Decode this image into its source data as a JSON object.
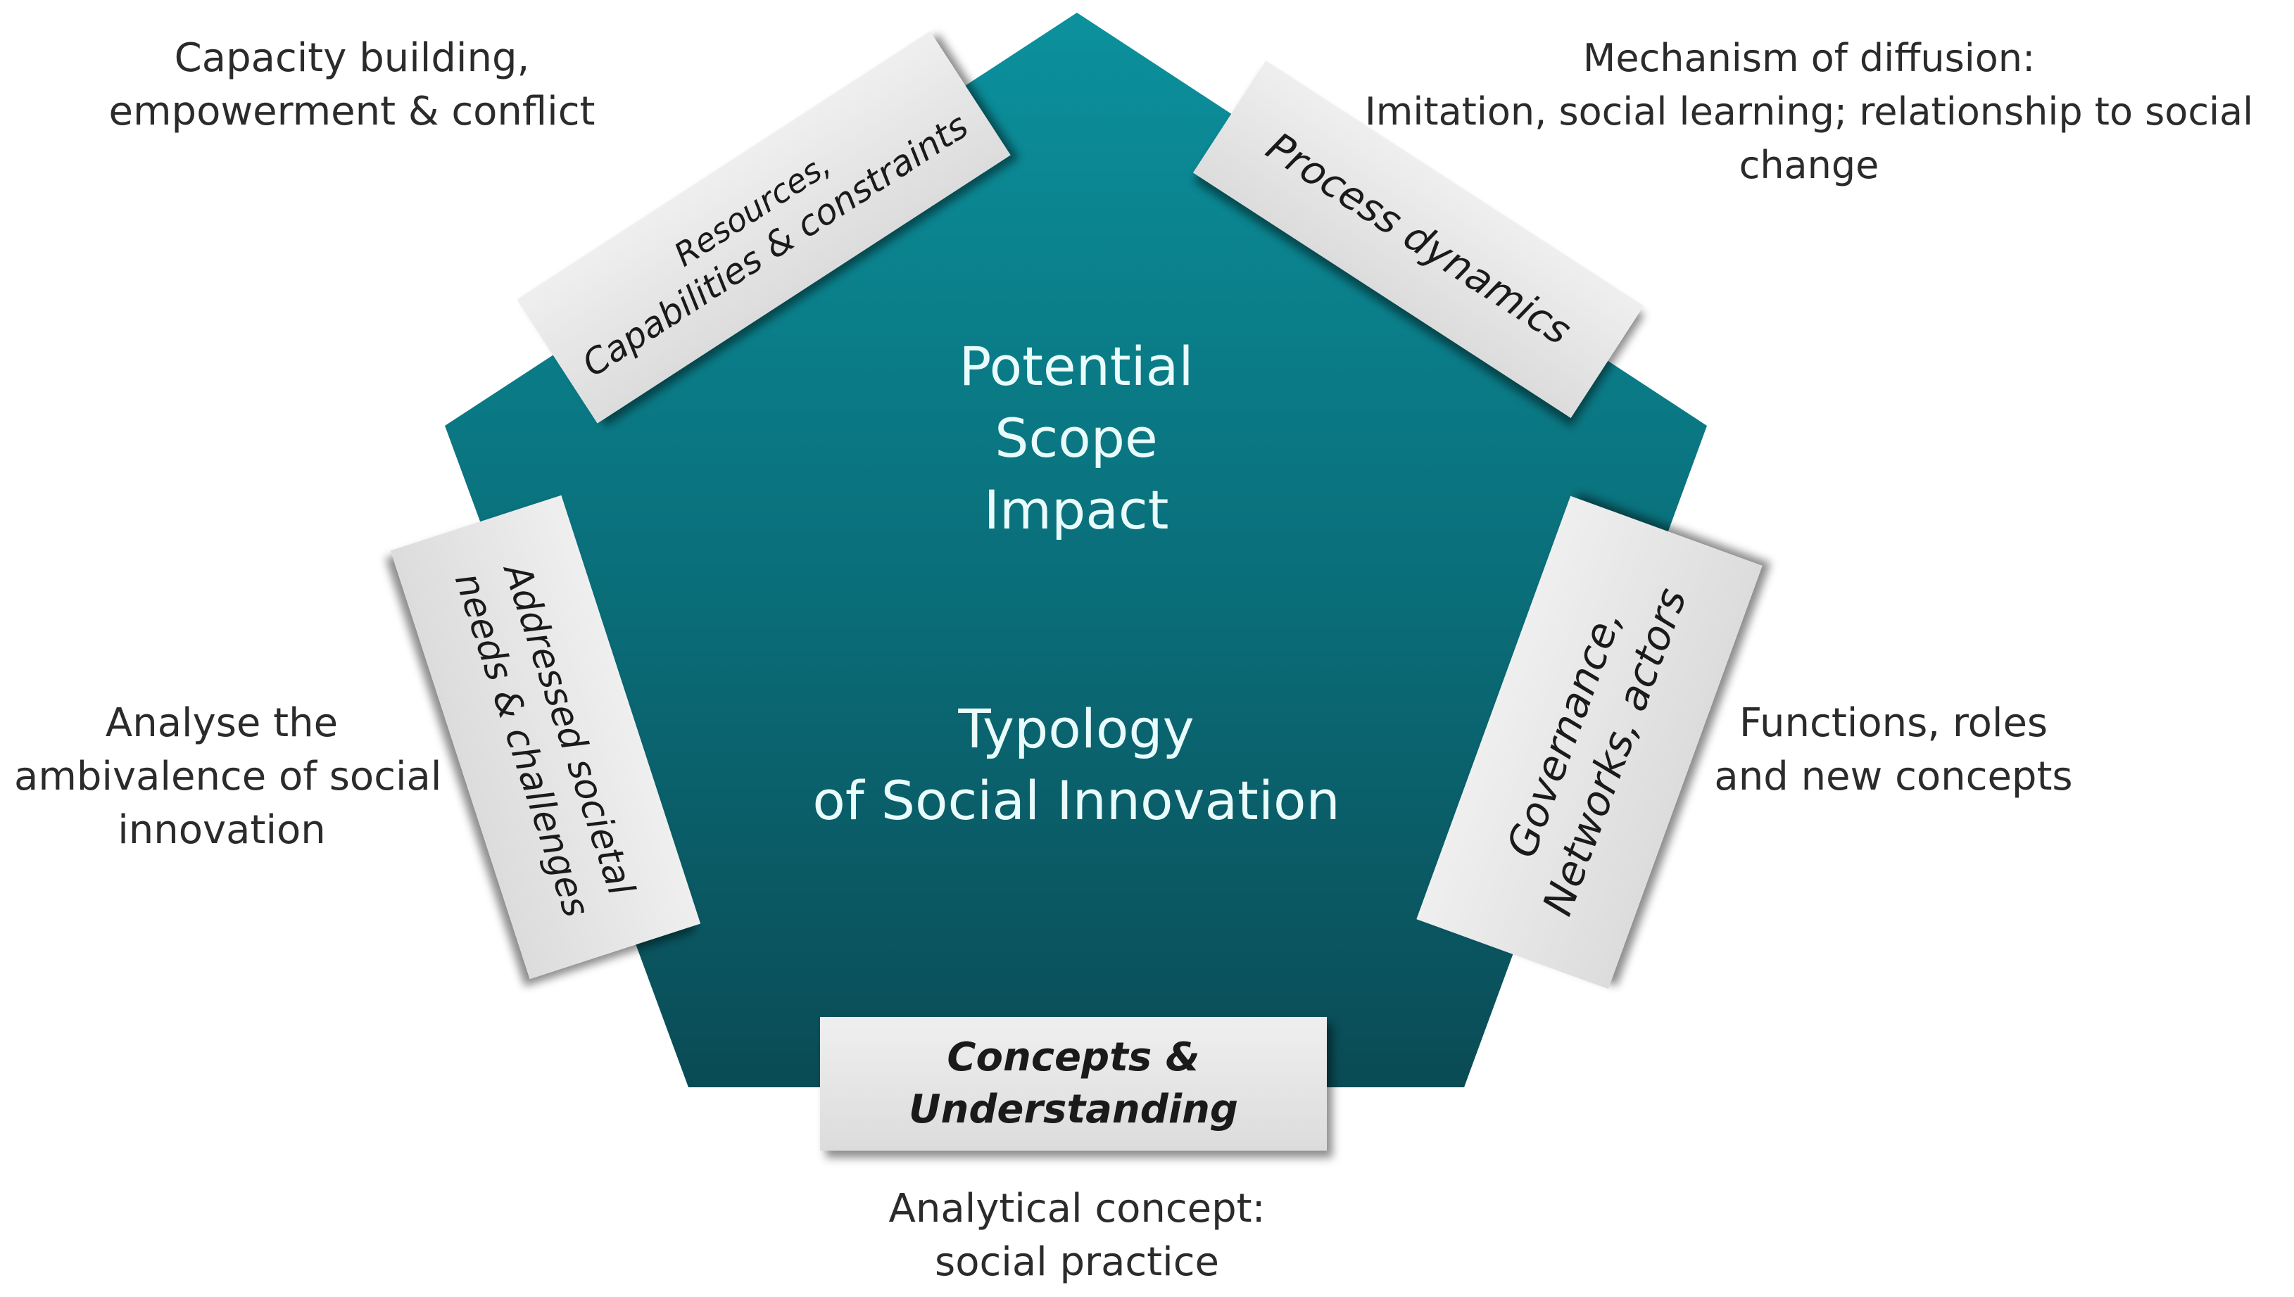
{
  "center": {
    "top_lines": [
      "Potential",
      "Scope",
      "Impact"
    ],
    "bottom_lines": [
      "Typology",
      "of Social Innovation"
    ]
  },
  "boxes": {
    "resources": {
      "lines": [
        "Resources,",
        "Capabilities & constraints"
      ]
    },
    "process": {
      "lines": [
        "Process dynamics"
      ]
    },
    "governance": {
      "lines": [
        "Governance,",
        "Networks, actors"
      ]
    },
    "concepts": {
      "lines": [
        "Concepts &",
        "Understanding"
      ]
    },
    "addressed": {
      "lines": [
        "Addressed societal",
        "needs & challenges"
      ]
    }
  },
  "outer": {
    "capacity": {
      "lines": [
        "Capacity building,",
        "empowerment & conflict"
      ]
    },
    "mechanism": {
      "lines": [
        "Mechanism of diffusion:",
        "Imitation, social learning; relationship to social",
        "change"
      ]
    },
    "analyse": {
      "lines": [
        "Analyse the",
        "ambivalence of social",
        "innovation"
      ]
    },
    "functions": {
      "lines": [
        "Functions, roles",
        "and new concepts"
      ]
    },
    "analytical": {
      "lines": [
        "Analytical concept:",
        "social practice"
      ]
    }
  },
  "colors": {
    "pentagon_top": "#0a8f9c",
    "pentagon_bottom": "#0a4e58",
    "box": "#e6e6e6",
    "text": "#2b2b2b"
  }
}
